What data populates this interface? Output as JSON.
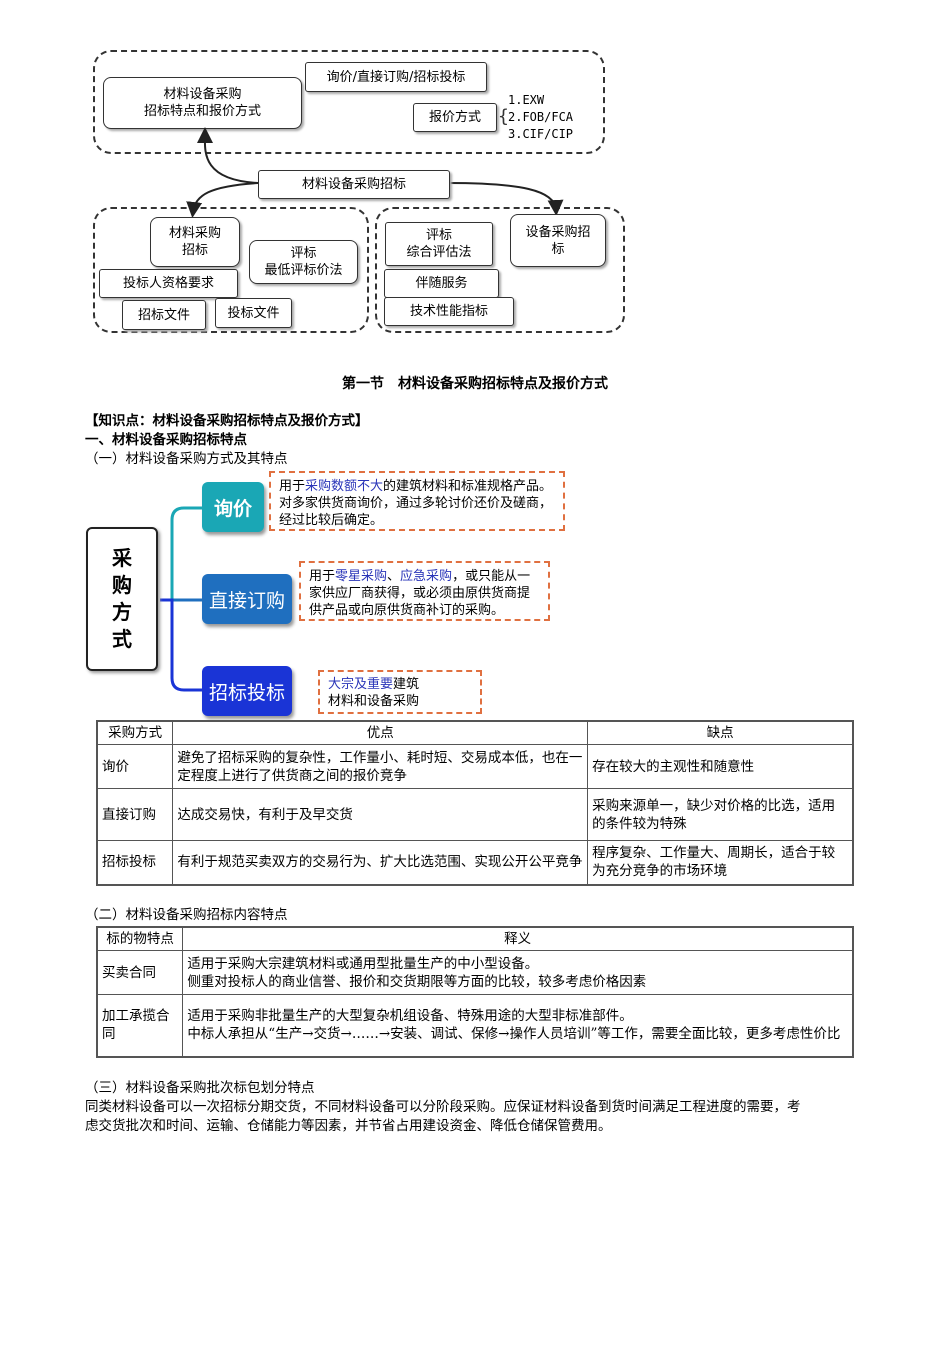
{
  "diagram": {
    "top_main": "材料设备采购\n招标特点和报价方式",
    "top_methods": "询价/直接订购/招标投标",
    "top_quote": "报价方式",
    "quote_options": [
      "1.EXW",
      "2.FOB/FCA",
      "3.CIF/CIP"
    ],
    "center": "材料设备采购招标",
    "left_title": "材料采购\n招标",
    "left_eval": "评标\n最低评标价法",
    "left_qual": "投标人资格要求",
    "left_doc1": "招标文件",
    "left_doc2": "投标文件",
    "right_eval": "评标\n综合评估法",
    "right_title": "设备采购招\n标",
    "right_service": "伴随服务",
    "right_tech": "技术性能指标"
  },
  "section_title": "第一节　材料设备采购招标特点及报价方式",
  "knowledge_point": "【知识点：材料设备采购招标特点及报价方式】",
  "heading1": "一、材料设备采购招标特点",
  "sub1": "（一）材料设备采购方式及其特点",
  "mindmap": {
    "root": "采\n购\n方\n式",
    "nodes": [
      {
        "label": "询价",
        "color": "#1aa7b5"
      },
      {
        "label": "直接订购",
        "color": "#1f6fbf"
      },
      {
        "label": "招标投标",
        "color": "#1a34d6"
      }
    ],
    "callout1": {
      "pre": "用于",
      "hl": "采购数额不大",
      "post": "的建筑材料和标准规格产品。对多家供货商询价，通过多轮讨价还价及磋商，经过比较后确定。"
    },
    "callout2": {
      "pre": "用于",
      "hl1": "零星采购",
      "sep": "、",
      "hl2": "应急采购",
      "post": "，或只能从一家供应厂商获得，或必须由原供货商提供产品或向原供货商补订的采购。"
    },
    "callout3": {
      "hl": "大宗及重要",
      "post1": "建筑",
      "post2": "材料和设备采购"
    }
  },
  "table1": {
    "headers": [
      "采购方式",
      "优点",
      "缺点"
    ],
    "rows": [
      [
        "询价",
        "避免了招标采购的复杂性，工作量小、耗时短、交易成本低，也在一定程度上进行了供货商之间的报价竞争",
        "存在较大的主观性和随意性"
      ],
      [
        "直接订购",
        "达成交易快，有利于及早交货",
        "采购来源单一，缺少对价格的比选，适用的条件较为特殊"
      ],
      [
        "招标投标",
        "有利于规范买卖双方的交易行为、扩大比选范围、实现公开公平竞争",
        "程序复杂、工作量大、周期长，适合于较为充分竞争的市场环境"
      ]
    ]
  },
  "sub2": "（二）材料设备采购招标内容特点",
  "table2": {
    "headers": [
      "标的物特点",
      "释义"
    ],
    "rows": [
      {
        "k": "买卖合同",
        "l1": "适用于采购大宗建筑材料或通用型批量生产的中小型设备。",
        "l2": "侧重对投标人的商业信誉、报价和交货期限等方面的比较，较多考虑价格因素"
      },
      {
        "k": "加工承揽合同",
        "l1": "适用于采购非批量生产的大型复杂机组设备、特殊用途的大型非标准部件。",
        "l2": "中标人承担从“生产→交货→……→安装、调试、保修→操作人员培训”等工作，需要全面比较，更多考虑性价比"
      }
    ]
  },
  "sub3": "（三）材料设备采购批次标包划分特点",
  "para3_l1": "同类材料设备可以一次招标分期交货，不同材料设备可以分阶段采购。应保证材料设备到货时间满足工程进度的需要，考",
  "para3_l2": "虑交货批次和时间、运输、仓储能力等因素，并节省占用建设资金、降低仓储保管费用。"
}
